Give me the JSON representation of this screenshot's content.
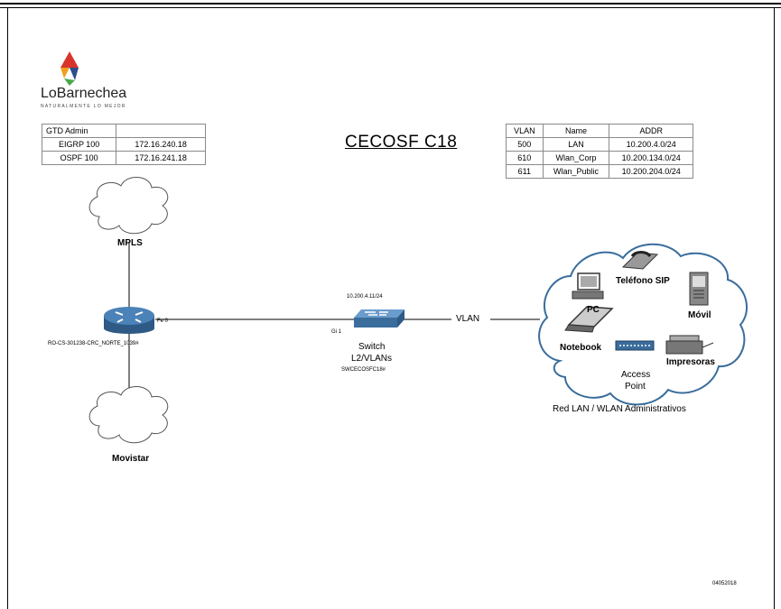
{
  "logo": {
    "name": "LoBarnechea",
    "tagline": "NATURALMENTE LO MEJOR"
  },
  "admin_table": {
    "rows": [
      [
        "GTD Admin",
        ""
      ],
      [
        "EIGRP 100",
        "172.16.240.18"
      ],
      [
        "OSPF 100",
        "172.16.241.18"
      ]
    ]
  },
  "title": "CECOSF C18",
  "vlan_table": {
    "headers": [
      "VLAN",
      "Name",
      "ADDR"
    ],
    "rows": [
      [
        "500",
        "LAN",
        "10.200.4.0/24"
      ],
      [
        "610",
        "Wlan_Corp",
        "10.200.134.0/24"
      ],
      [
        "611",
        "Wlan_Public",
        "10.200.204.0/24"
      ]
    ]
  },
  "clouds": {
    "mpls": "MPLS",
    "movistar": "Movistar"
  },
  "router": {
    "name": "RO-CS-301238-CRC_NORTE_1039#",
    "port": "Fe 0"
  },
  "switch": {
    "ip": "10.200.4.11/24",
    "port": "Gi 1",
    "label_line1": "Switch",
    "label_line2": "L2/VLANs",
    "hostname": "SWCECOSFC18#"
  },
  "link_label": "VLAN",
  "lan_cloud": {
    "pc": "PC",
    "phone": "Teléfono SIP",
    "mobile": "Móvil",
    "notebook": "Notebook",
    "ap_line1": "Access",
    "ap_line2": "Point",
    "printers": "Impresoras",
    "caption": "Red LAN / WLAN Administrativos"
  },
  "date_code": "04052018",
  "colors": {
    "router_blue": "#3a6d9c",
    "switch_blue": "#4a7fb0",
    "logo_red": "#d9342b",
    "logo_orange": "#f0a020",
    "logo_blue": "#2d4e8a",
    "logo_green": "#4aa84a"
  }
}
